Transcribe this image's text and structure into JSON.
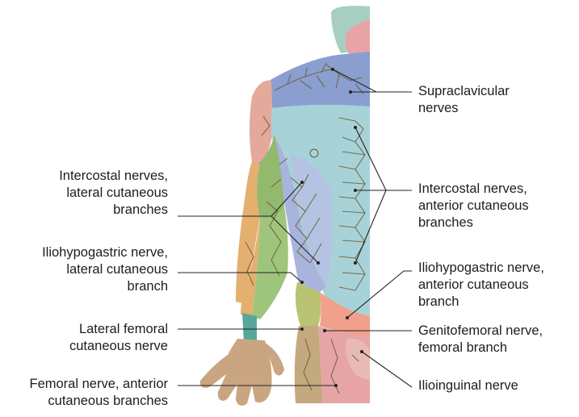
{
  "labels": {
    "supraclavicular": "Supraclavicular\nnerves",
    "intercostal_anterior": "Intercostal nerves,\nanterior cutaneous\nbranches",
    "iliohypogastric_anterior": "Iliohypogastric nerve,\nanterior cutaneous\nbranch",
    "genitofemoral": "Genitofemoral nerve,\nfemoral branch",
    "ilioinguinal": "Ilioinguinal nerve",
    "intercostal_lateral": "Intercostal nerves,\nlateral cutaneous\nbranches",
    "iliohypogastric_lateral": "Iliohypogastric nerve,\nlateral cutaneous\nbranch",
    "lateral_femoral": "Lateral femoral\ncutaneous nerve",
    "femoral_anterior": "Femoral nerve, anterior\ncutaneous branches"
  },
  "colors": {
    "supraclavicular_zone": "#8a9fcf",
    "intercostal_zone": "#a7d3d8",
    "lateral_trunk_zone": "#a9b4dc",
    "shoulder_zone": "#e4a99a",
    "neck_zone": "#a6cfc1",
    "head_zone": "#e7a3a8",
    "arm_orange_zone": "#e3b070",
    "arm_green_zone": "#93b96e",
    "forearm_green_zone": "#9fc57c",
    "hand_tan_zone": "#c9a582",
    "iliohypogastric_zone": "#b9c373",
    "groin_salmon_zone": "#f0a08d",
    "thigh_tan_zone": "#c4a87e",
    "thigh_pink_zone": "#e7a4a6",
    "genital_zone": "#e8b9b5",
    "nerve_line": "#6b5a36",
    "leader_line": "#222222"
  }
}
